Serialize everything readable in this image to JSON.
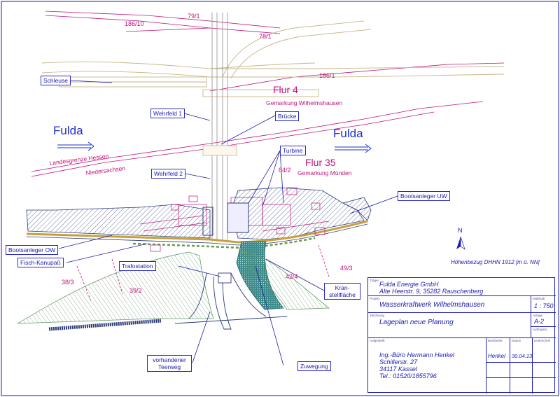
{
  "parcels": {
    "p79_1": "79/1",
    "p186_10": "186/10",
    "p78_1": "78/1",
    "p186_1": "186/1",
    "p84_2": "84/2",
    "p38_3": "38/3",
    "p39_2": "39/2",
    "p42_4": "42/4",
    "p49_3": "49/3"
  },
  "flur4": {
    "title": "Flur 4",
    "gemarkung": "Gemarkung Wilhelmshausen"
  },
  "flur35": {
    "title": "Flur 35",
    "gemarkung": "Gemarkung Münden"
  },
  "river": {
    "left": "Fulda",
    "right": "Fulda"
  },
  "boundary": {
    "line1": "Landesgrenze Hessen",
    "line2": "Niedersachsen"
  },
  "callouts": {
    "schleuse": "Schleuse",
    "wehrfeld1": "Wehrfeld 1",
    "bruecke": "Brücke",
    "turbine": "Turbine",
    "wehrfeld2": "Wehrfeld 2",
    "bootsanleger_uw": "Bootsanleger UW",
    "bootsanleger_ow": "Bootsanleger OW",
    "fisch_kanupass": "Fisch-Kanupaß",
    "trafostation": "Trafostation",
    "kranstellflaeche": "Kran-\nstellfläche",
    "vorhandener_teerweg": "vorhandener\nTeerweg",
    "zuwegung": "Zuwegung"
  },
  "north": "N",
  "height_reference": "Höhenbezug DHHN 1912 [m ü. NN]",
  "title_block": {
    "client_caption": "Träger",
    "client_name": "Fulda Energie GmbH",
    "client_address": "Alte Heerstr. 9, 35282 Rauschenberg",
    "project_caption": "Projekt",
    "project": "Wasserkraftwerk Wilhelmshausen",
    "scale_caption": "Maßstab",
    "scale": "1 : 750",
    "drawing_caption": "Zeichnung",
    "drawing": "Lageplan neue Planung",
    "sheet_caption": "Anlage",
    "sheet": "A-2",
    "order_caption": "Auftragsnr.",
    "author_caption": "Aufgestellt:",
    "author_name": "Ing.-Büro Hermann Henkel",
    "author_street": "Schillerstr. 27",
    "author_city": "34117 Kassel",
    "author_phone": "Tel.: 01520/1855796",
    "drawn_caption": "Bearbeitet",
    "drawn_by": "Henkel",
    "date_caption": "Datum",
    "date": "30.04.13",
    "signature_caption": "Unterschrift"
  }
}
